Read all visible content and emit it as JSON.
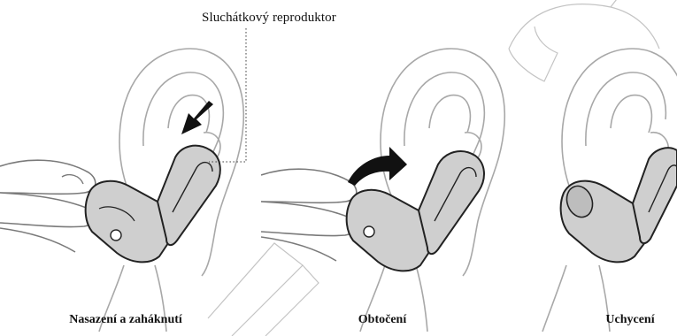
{
  "callout": {
    "speaker_label": "Sluchátkový reproduktor"
  },
  "steps": [
    {
      "caption": "Nasazení a zaháknutí"
    },
    {
      "caption": "Obtočení"
    },
    {
      "caption": "Uchycení"
    }
  ],
  "colors": {
    "outline": "#a8a8a8",
    "earbud_body": "#cfcfcf",
    "earbud_stroke": "#222222",
    "arrow": "#111111",
    "watermark": "#bdbdbd"
  },
  "icons": [
    "push-arrow-icon",
    "rotate-arrow-icon",
    "bose-logo-icon"
  ]
}
